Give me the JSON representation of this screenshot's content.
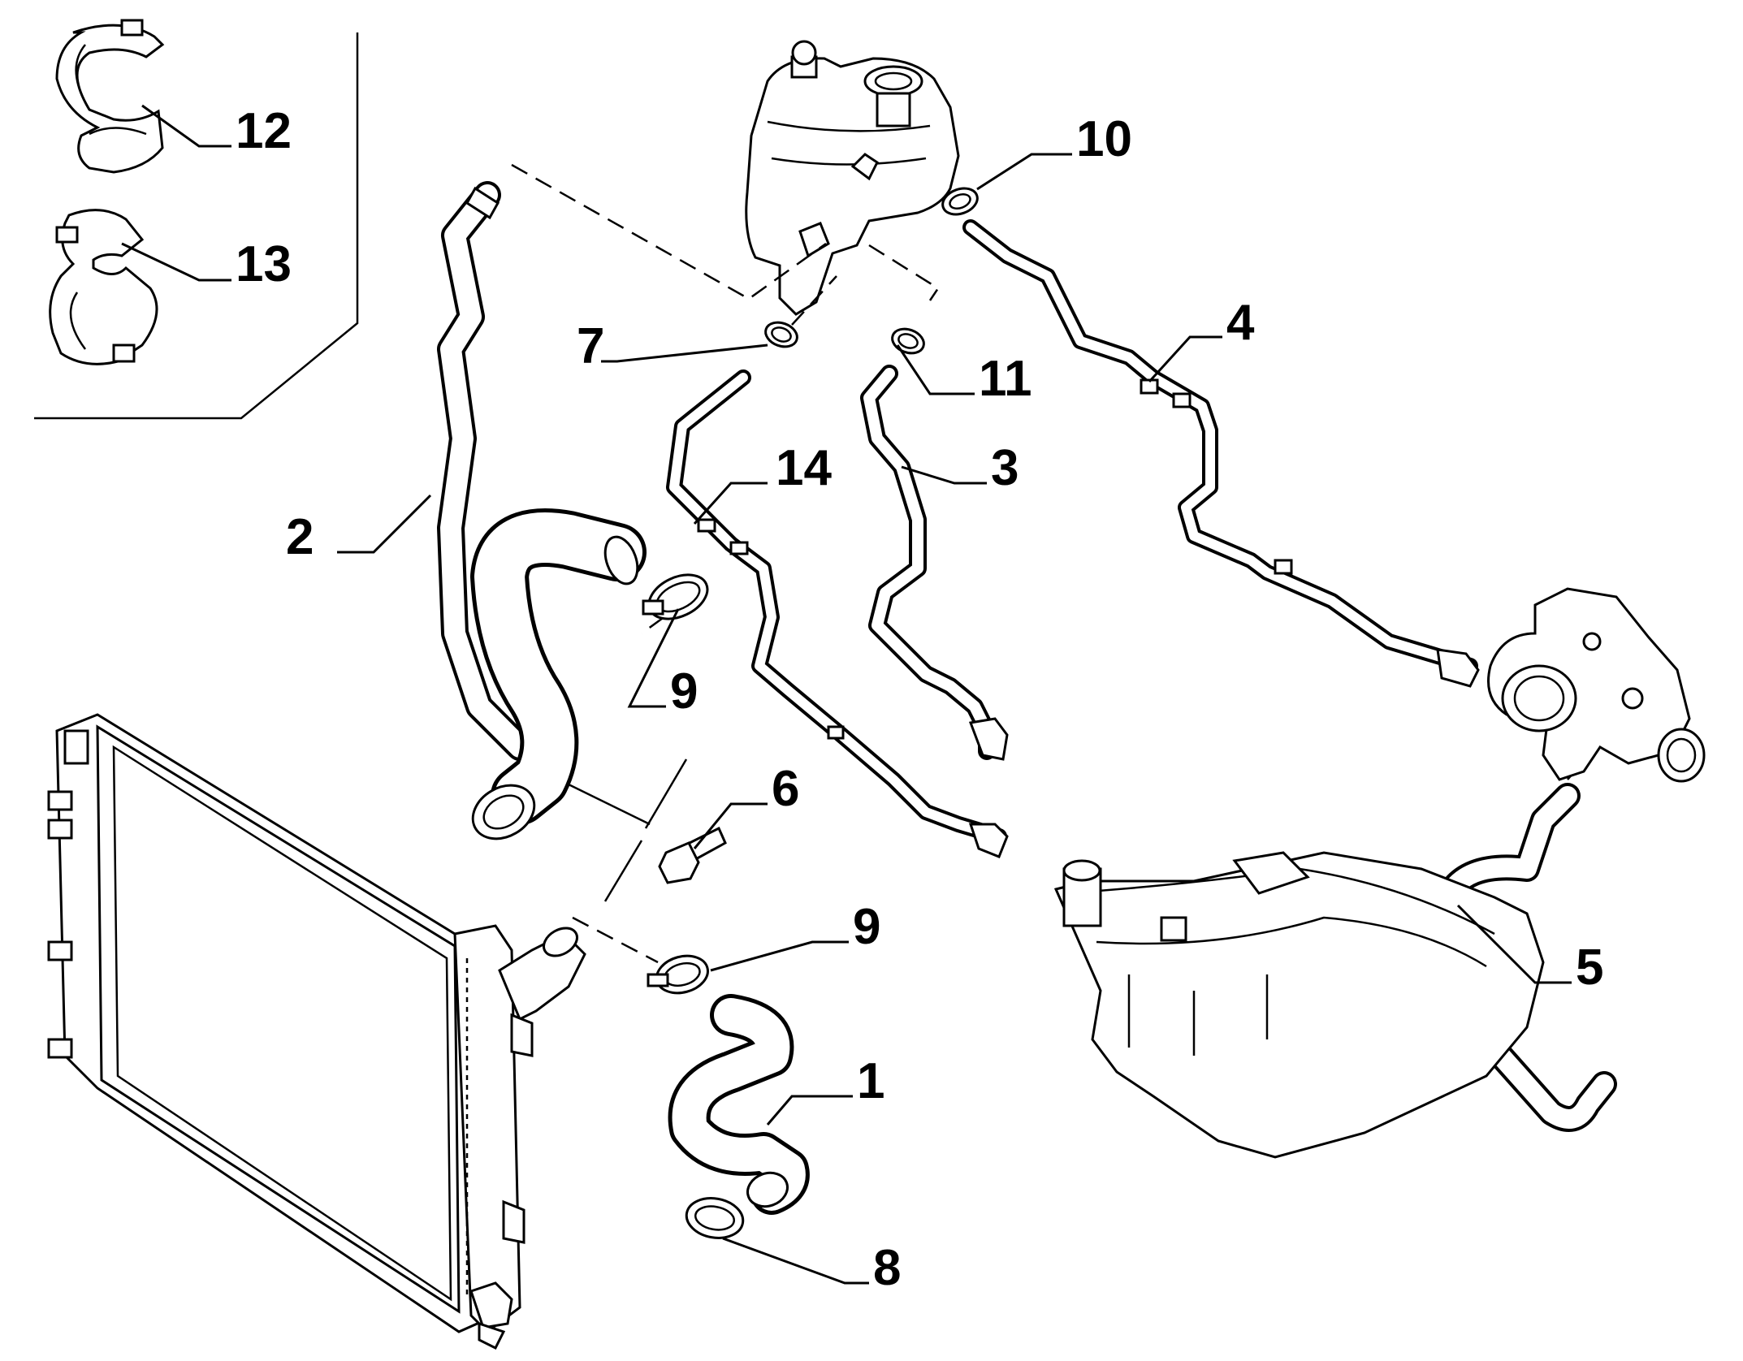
{
  "callouts": [
    {
      "id": "1",
      "label": "1"
    },
    {
      "id": "2",
      "label": "2"
    },
    {
      "id": "3",
      "label": "3"
    },
    {
      "id": "4",
      "label": "4"
    },
    {
      "id": "5",
      "label": "5"
    },
    {
      "id": "6",
      "label": "6"
    },
    {
      "id": "7",
      "label": "7"
    },
    {
      "id": "8",
      "label": "8"
    },
    {
      "id": "9a",
      "label": "9"
    },
    {
      "id": "9b",
      "label": "9"
    },
    {
      "id": "10",
      "label": "10"
    },
    {
      "id": "11",
      "label": "11"
    },
    {
      "id": "12",
      "label": "12"
    },
    {
      "id": "13",
      "label": "13"
    },
    {
      "id": "14",
      "label": "14"
    }
  ]
}
